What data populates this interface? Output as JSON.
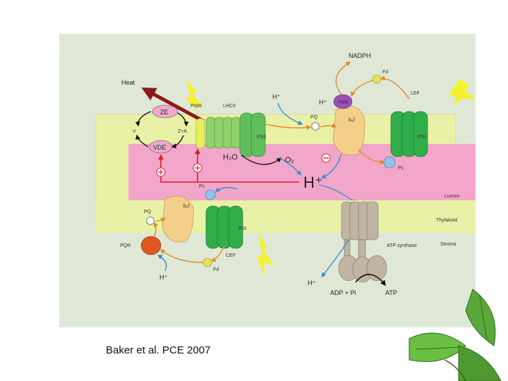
{
  "caption": "Baker et al. PCE 2007",
  "diagram": {
    "labels": {
      "heat": "Heat",
      "nadph": "NADPH",
      "fd_top": "Fd",
      "lef": "LEF",
      "psb5": "Psb5",
      "lhcii": "LHCII",
      "h_plus_top": "H⁺",
      "h_plus_fnr": "H⁺",
      "fnr": "FNR",
      "pq_top": "PQ",
      "b6f_top": "b₆f",
      "psi_top": "PSI",
      "psii": "PSII",
      "h2o": "H₂O",
      "o2": "O₂",
      "pc_top": "Pc",
      "ze": "ZE",
      "v": "V",
      "za": "Z+A",
      "vde": "VDE",
      "h_plus_big": "H⁺",
      "pc_mid": "Pc",
      "lumen": "Lumen",
      "pq_bottom": "PQ",
      "b6f_bottom": "b₆f",
      "psi_bottom": "PSI",
      "thylakoid": "Thylakoid",
      "pqr": "PQR",
      "atp_synthase": "ATP synthase",
      "stroma": "Stroma",
      "cef": "CEF",
      "fd_bottom": "Fd",
      "h_plus_bottom_left": "H⁺",
      "h_plus_bottom_mid": "H⁺",
      "adp_pi": "ADP + Pi",
      "atp": "ATP"
    },
    "colors": {
      "background": "#dfe8d6",
      "membrane": "#e9f1a6",
      "lumen": "#f2a6c9",
      "lhcii": "#8fd16a",
      "psi": "#2fae4a",
      "b6f": "#f3cf8a",
      "fnr": "#9b4fb8",
      "ze_vde": "#f0a9c9",
      "pqr": "#e0561e",
      "fd": "#e7e25a",
      "pc": "#8fc3ea",
      "atp_synthase": "#bfb5a2",
      "heat_arrow": "#8b1a1a",
      "flow_orange": "#e08a2a",
      "flow_blue": "#3a8fd1",
      "red_line": "#d9202a",
      "lightning": "#f5f12a"
    }
  },
  "decoration": {
    "leaf_icon": "leaf-icon"
  }
}
